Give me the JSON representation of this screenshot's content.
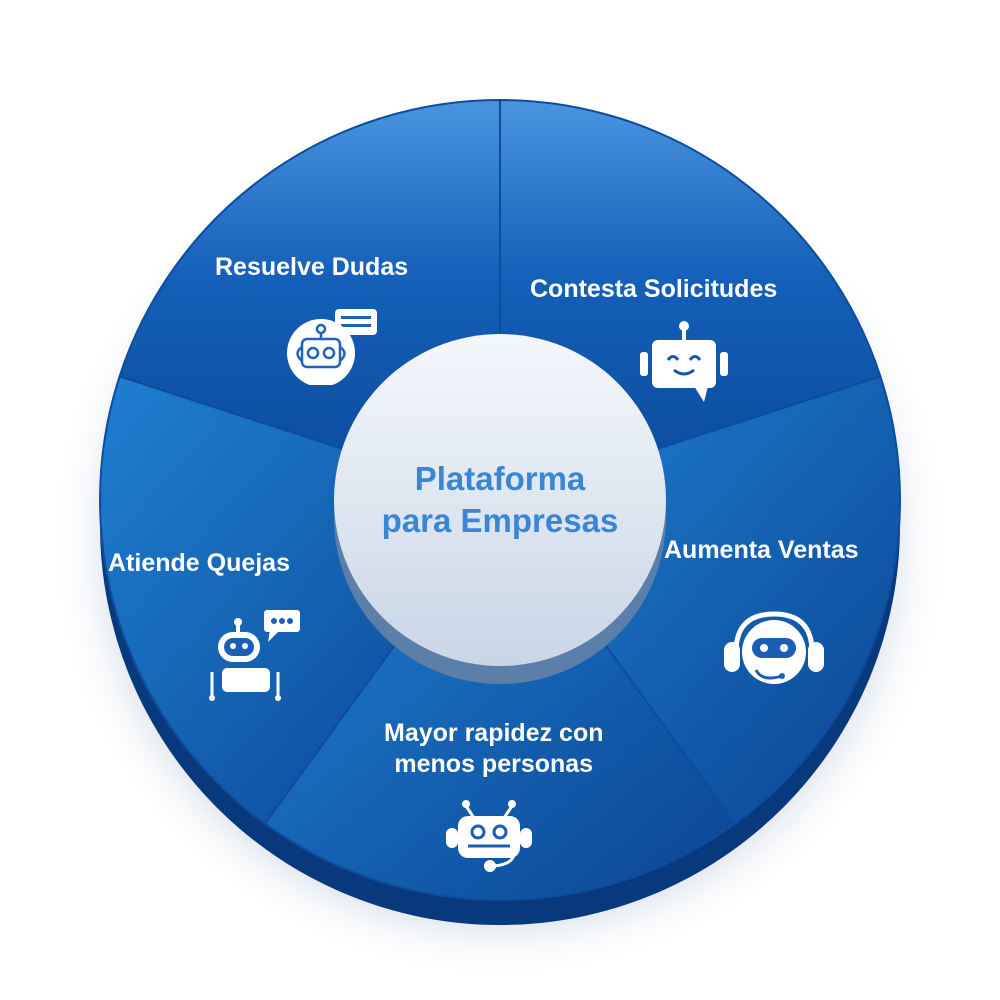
{
  "diagram": {
    "title": "Plataforma para Empresas",
    "title_lines": [
      "Plataforma",
      "para Empresas"
    ],
    "colors": {
      "segment_light": "#3f8fdb",
      "segment_dark": "#0a4a9c",
      "rim": "#083a7e",
      "center_fill": "#e8eef6",
      "title_text": "#3a86d4",
      "label_text": "#ffffff"
    },
    "segments": [
      {
        "label": "Resuelve Dudas",
        "icon": "robot-chat-bubble-icon"
      },
      {
        "label": "Contesta Solicitudes",
        "icon": "smiling-robot-icon"
      },
      {
        "label": "Aumenta Ventas",
        "icon": "robot-headset-icon"
      },
      {
        "label": "Mayor rapidez con menos personas",
        "label_lines": [
          "Mayor rapidez con",
          "menos personas"
        ],
        "icon": "robot-support-icon"
      },
      {
        "label": "Atiende Quejas",
        "icon": "robot-message-icon"
      }
    ]
  }
}
